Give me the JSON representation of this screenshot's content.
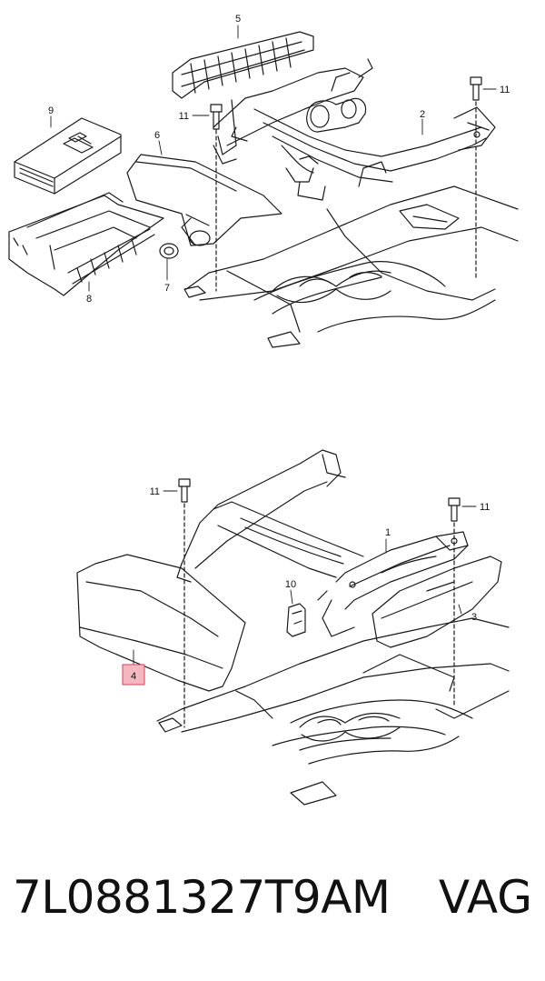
{
  "diagram": {
    "callouts_top": [
      "5",
      "11",
      "11",
      "2",
      "9",
      "6",
      "8",
      "7"
    ],
    "callouts_bottom": [
      "11",
      "11",
      "1",
      "10",
      "3",
      "4"
    ],
    "highlighted_callout": "4",
    "highlight_color": "#f4b6bf",
    "highlight_border": "#d9425a"
  },
  "caption": {
    "part_number": "7L0881327T9AM",
    "brand": "VAG"
  }
}
